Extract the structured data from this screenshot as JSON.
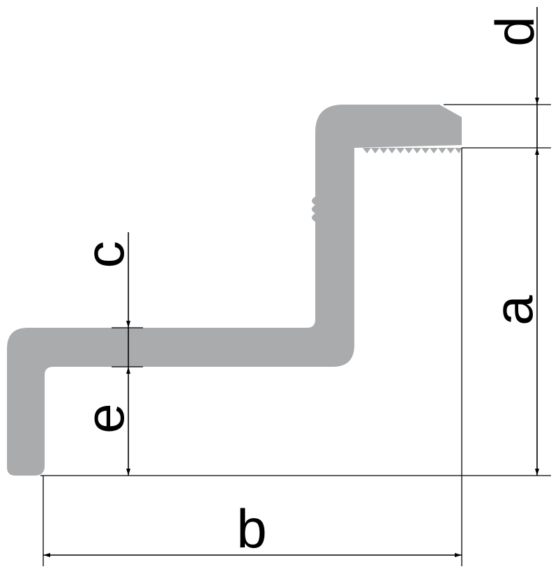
{
  "diagram": {
    "labels": {
      "a": "a",
      "b": "b",
      "c": "c",
      "d": "d",
      "e": "e"
    },
    "colors": {
      "profile": "#a9abad",
      "line": "#000000",
      "background": "#ffffff"
    }
  }
}
